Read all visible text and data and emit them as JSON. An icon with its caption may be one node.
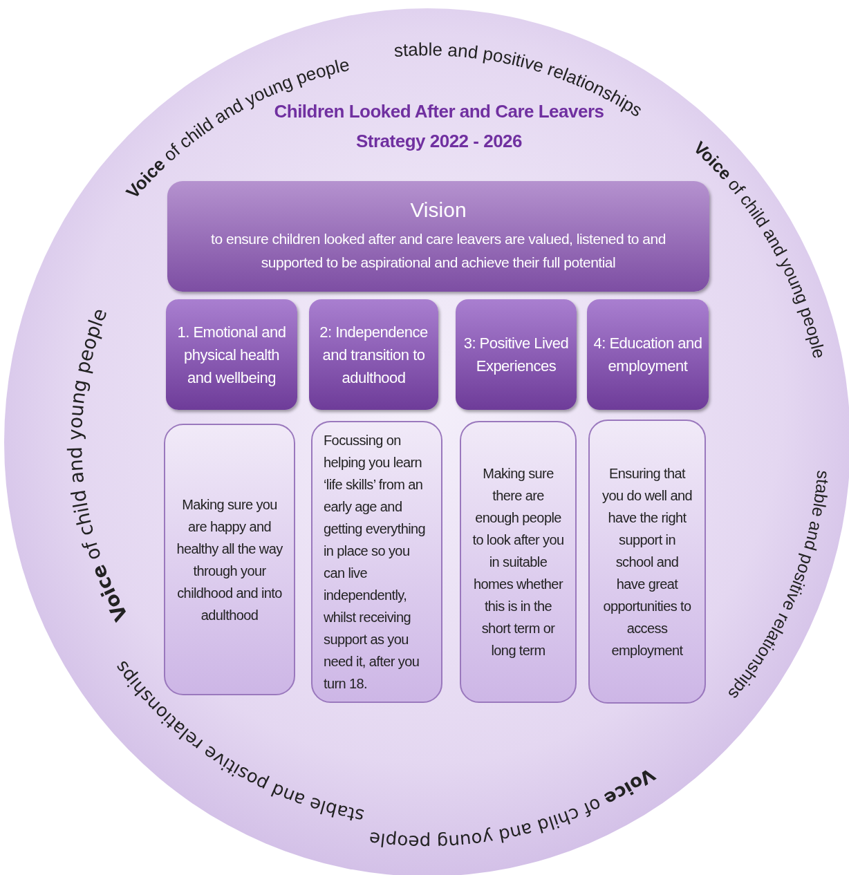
{
  "diagram": {
    "title": "Children Looked After and Care Leavers Strategy 2022 - 2026",
    "nodes": [
      {
        "text": [
          "Vision",
          "to ensure children looked after and care leavers are valued, listened to and supported to be aspirational and achieve their full potential"
        ]
      },
      {
        "text": [
          "1. Emotional and physical health and wellbeing"
        ]
      },
      {
        "text": [
          "2: Independence and transition to adulthood"
        ]
      },
      {
        "text": [
          "3: Positive Lived Experiences"
        ]
      },
      {
        "text": [
          "4: Education and employment"
        ]
      },
      {
        "text": [
          "Making sure you are happy and healthy all the way through your childhood and into adulthood"
        ]
      },
      {
        "text": [
          "Focussing on helping you learn ‘life skills’ from an early age and getting everything in place so you can live independently, whilst receiving support as you need it, after you turn 18."
        ]
      },
      {
        "text": [
          "Making sure there are enough people to look after you in suitable homes whether this is in the short term or long term"
        ]
      },
      {
        "text": [
          "Ensuring that you do well and have the right support in school and have great opportunities to access employment"
        ]
      }
    ],
    "labels": [
      "**Voice** of child and young people",
      "stable and positive relationships",
      "**Voice** of child and young people",
      "**Voice** of child and young people",
      "stable and positive relationships",
      "stable and positive relationships",
      "**Voice** of child and young people"
    ]
  }
}
